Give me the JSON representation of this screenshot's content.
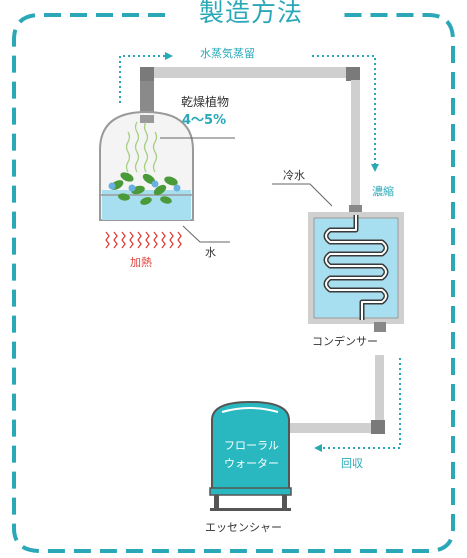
{
  "title": "製造方法",
  "labels": {
    "vapor": "水蒸気蒸留",
    "plant": "乾燥植物",
    "ratio": "4〜5%",
    "water": "水",
    "heat": "加熱",
    "cold_water": "冷水",
    "condense": "濃縮",
    "condenser": "コンデンサー",
    "floral_water_line1": "フローラル",
    "floral_water_line2": "ウォーター",
    "collect": "回収",
    "essence": "エッセンシャー"
  },
  "colors": {
    "accent": "#2aa8b8",
    "heat": "#e0413a",
    "pipe": "#888888",
    "water_fill": "#a8dff0",
    "tank": "#2ab8c0"
  }
}
